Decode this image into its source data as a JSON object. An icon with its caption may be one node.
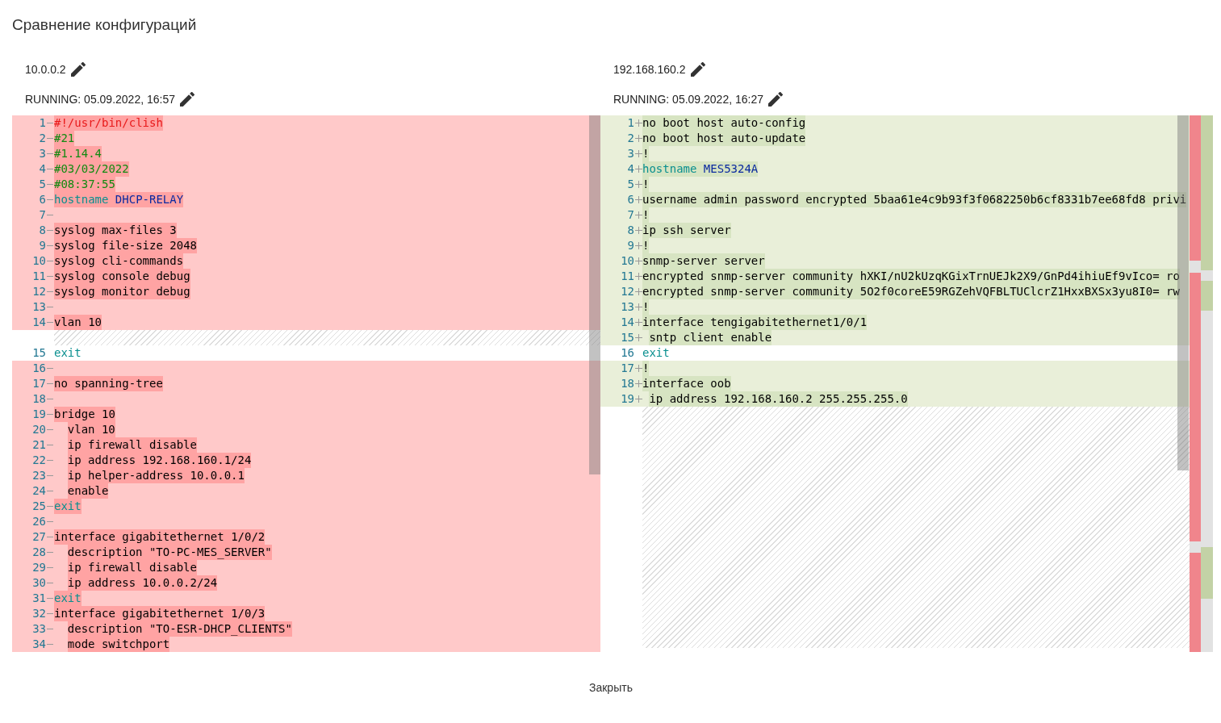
{
  "diagram": {
    "title": "Сравнение конфигураций",
    "labels": [
      "10.0.0.2",
      "RUNNING: 05.09.2022, 16:57",
      "192.168.160.2",
      "RUNNING: 05.09.2022, 16:27",
      "1",
      "#!/usr/bin/clish",
      "2",
      "#21",
      "3",
      "#1.14.4",
      "4",
      "#03/03/2022",
      "5",
      "#08:37:55",
      "6",
      "hostname DHCP-RELAY",
      "7",
      "8",
      "syslog max-files 3",
      "9",
      "syslog file-size 2048",
      "10",
      "syslog cli-commands",
      "11",
      "syslog console debug",
      "12",
      "syslog monitor debug",
      "13",
      "14",
      "vlan 10",
      "15",
      "exit",
      "16",
      "17",
      "no spanning-tree",
      "18",
      "19",
      "bridge 10",
      "20",
      "vlan 10",
      "21",
      "ip firewall disable",
      "22",
      "ip address 192.168.160.1/24",
      "23",
      "ip helper-address 10.0.0.1",
      "24",
      "enable",
      "25",
      "exit",
      "26",
      "27",
      "interface gigabitethernet 1/0/2",
      "28",
      "description \"TO-PC-MES_SERVER\"",
      "29",
      "ip firewall disable",
      "30",
      "ip address 10.0.0.2/24",
      "31",
      "exit",
      "32",
      "interface gigabitethernet 1/0/3",
      "33",
      "description \"TO-ESR-DHCP_CLIENTS\"",
      "34",
      "mode switchport",
      "1",
      "no boot host auto-config",
      "2",
      "no boot host auto-update",
      "3",
      "!",
      "4",
      "hostname MES5324A",
      "5",
      "!",
      "6",
      "username admin password encrypted 5baa61e4c9b93f3f0682250b6cf8331b7ee68fd8 privi",
      "7",
      "!",
      "8",
      "ip ssh server",
      "9",
      "!",
      "10",
      "snmp-server server",
      "11",
      "encrypted snmp-server community hXKI/nU2kUzqKGixTrnUEJk2X9/GnPd4ihiuEf9vIco= ro",
      "12",
      "encrypted snmp-server community 5O2f0coreE59RGZehVQFBLTUClcrZ1HxxBXSx3yu8I0= rw",
      "13",
      "!",
      "14",
      "interface tengigabitethernet1/0/1",
      "15",
      "sntp client enable",
      "16",
      "exit",
      "17",
      "!",
      "18",
      "interface oob",
      "19",
      "ip address 192.168.160.2 255.255.255.0",
      "Закрыть"
    ]
  }
}
